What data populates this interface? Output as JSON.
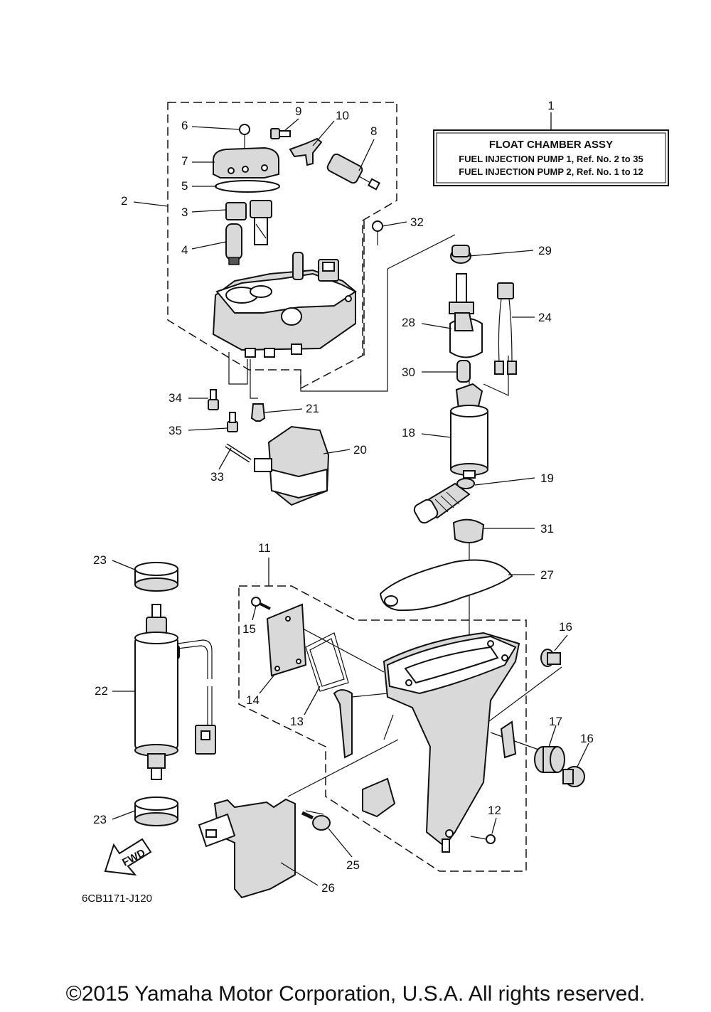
{
  "callout_box": {
    "title": "FLOAT CHAMBER ASSY",
    "line1": "FUEL INJECTION PUMP 1,  Ref. No. 2 to 35",
    "line2": "FUEL INJECTION PUMP 2,  Ref. No. 1 to 12"
  },
  "ref_numbers": [
    "1",
    "2",
    "3",
    "4",
    "5",
    "6",
    "7",
    "8",
    "9",
    "10",
    "11",
    "12",
    "13",
    "14",
    "15",
    "16",
    "16",
    "17",
    "18",
    "19",
    "20",
    "21",
    "22",
    "23",
    "23",
    "24",
    "25",
    "26",
    "27",
    "28",
    "29",
    "30",
    "31",
    "32",
    "33",
    "34",
    "35"
  ],
  "fwd_label": "FWD",
  "diagram_code": "6CB1171-J120",
  "copyright": "©2015 Yamaha Motor Corporation, U.S.A. All rights reserved."
}
